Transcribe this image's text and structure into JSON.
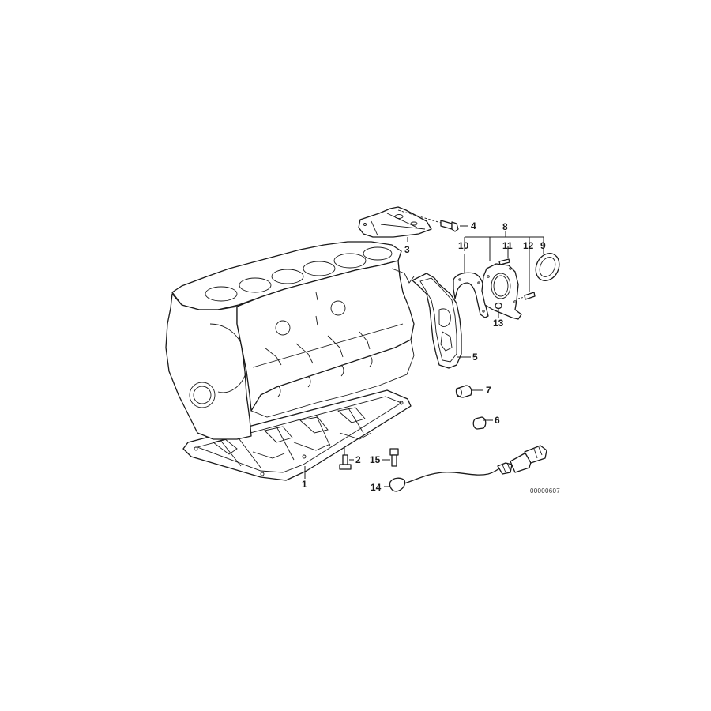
{
  "diagram": {
    "type": "exploded parts diagram",
    "subject": "Engine block assembly",
    "reference_number": "00000607",
    "parts": [
      {
        "id": "1",
        "label": "1",
        "name": "oil pan / block base"
      },
      {
        "id": "2",
        "label": "2",
        "name": "bolt"
      },
      {
        "id": "3",
        "label": "3",
        "name": "bracket"
      },
      {
        "id": "4",
        "label": "4",
        "name": "bolt"
      },
      {
        "id": "5",
        "label": "5",
        "name": "gasket"
      },
      {
        "id": "6",
        "label": "6",
        "name": "plug"
      },
      {
        "id": "7",
        "label": "7",
        "name": "plug"
      },
      {
        "id": "8",
        "label": "8",
        "name": "seal carrier kit"
      },
      {
        "id": "9",
        "label": "9",
        "name": "shaft seal"
      },
      {
        "id": "10",
        "label": "10",
        "name": "gasket"
      },
      {
        "id": "11",
        "label": "11",
        "name": "screw"
      },
      {
        "id": "12",
        "label": "12",
        "name": "screw"
      },
      {
        "id": "13",
        "label": "13",
        "name": "dowel"
      },
      {
        "id": "14",
        "label": "14",
        "name": "knock sensor"
      },
      {
        "id": "15",
        "label": "15",
        "name": "bolt"
      }
    ]
  },
  "labels": {
    "l1": "1",
    "l2": "2",
    "l3": "3",
    "l4": "4",
    "l5": "5",
    "l6": "6",
    "l7": "7",
    "l8": "8",
    "l9": "9",
    "l10": "10",
    "l11": "11",
    "l12": "12",
    "l13": "13",
    "l14": "14",
    "l15": "15"
  },
  "ref": "00000607"
}
